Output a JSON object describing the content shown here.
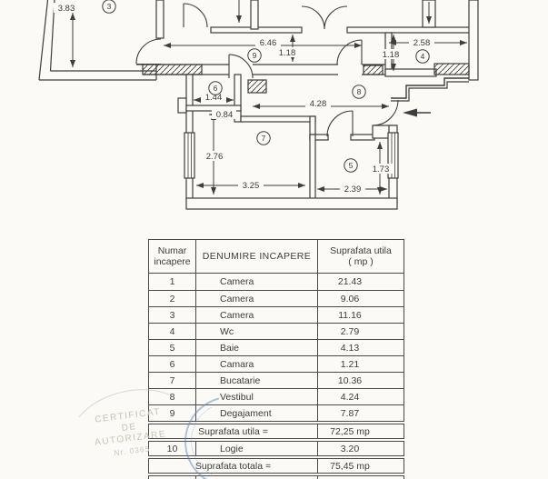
{
  "colors": {
    "ink": "#3d3d3d",
    "paper": "#fbfaf7",
    "seal_blue": "#608ab8",
    "stamp_gray": "#c7c2b6"
  },
  "plan": {
    "rooms": {
      "r3": "3",
      "r9": "9",
      "r4": "4",
      "r6": "6",
      "r8": "8",
      "r7": "7",
      "r5": "5"
    },
    "dims": {
      "d383": "3.83",
      "d646": "6.46",
      "d118a": "1.18",
      "d258": "2.58",
      "d118b": "1.18",
      "d144": "1.44",
      "d084": "0.84",
      "d428": "4.28",
      "d276": "2.76",
      "d325": "3.25",
      "d239": "2.39",
      "d173": "1.73"
    }
  },
  "table": {
    "headers": {
      "col1_line1": "Numar",
      "col1_line2": "incapere",
      "col2": "DENUMIRE INCAPERE",
      "col3_line1": "Suprafata utila",
      "col3_line2": "( mp )"
    },
    "rows": [
      {
        "num": "1",
        "name": "Camera",
        "area": "21.43"
      },
      {
        "num": "2",
        "name": "Camera",
        "area": "9.06"
      },
      {
        "num": "3",
        "name": "Camera",
        "area": "11.16"
      },
      {
        "num": "4",
        "name": "Wc",
        "area": "2.79"
      },
      {
        "num": "5",
        "name": "Baie",
        "area": "4.13"
      },
      {
        "num": "6",
        "name": "Camara",
        "area": "1.21"
      },
      {
        "num": "7",
        "name": "Bucatarie",
        "area": "10.36"
      },
      {
        "num": "8",
        "name": "Vestibul",
        "area": "4.24"
      },
      {
        "num": "9",
        "name": "Degajament",
        "area": "7.87"
      }
    ],
    "subtotal": {
      "label": "Suprafata utila =",
      "value": "72,25 mp"
    },
    "logie_row": {
      "num": "10",
      "name": "Logie",
      "area": "3.20"
    },
    "total": {
      "label": "Suprafata totala =",
      "value": "75,45 mp"
    }
  },
  "stamp": {
    "line1": "CERTIFICAT",
    "line2": "DE",
    "line3": "AUTORIZARE",
    "line4": "Nr. 0365"
  }
}
